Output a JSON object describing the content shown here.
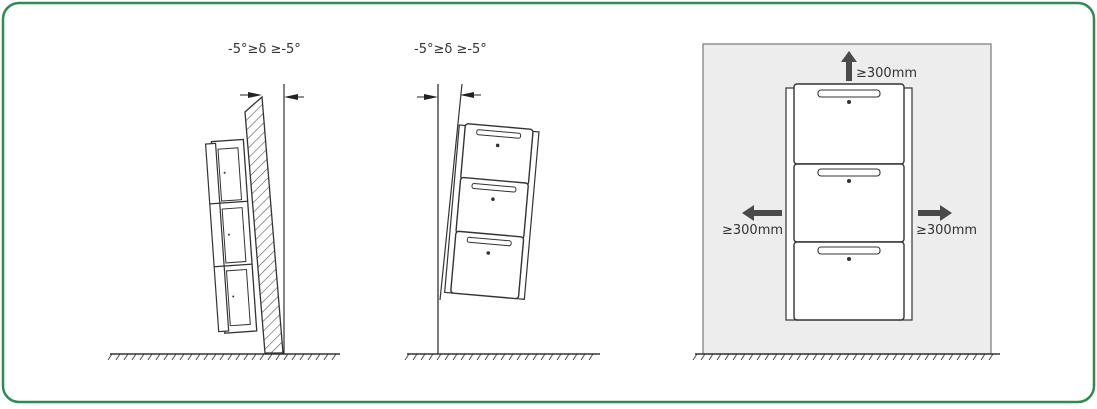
{
  "colors": {
    "frame_border": "#2e8b57",
    "line": "#333333",
    "wall_fill": "#ededed",
    "arrow": "#4a4a4a",
    "hatch": "#555555"
  },
  "icons": {
    "up_arrow": "arrow-up-icon",
    "left_arrow": "arrow-left-icon",
    "right_arrow": "arrow-right-icon"
  },
  "diagram": {
    "panel1": {
      "angle_label": "-5°≥δ ≥-5°"
    },
    "panel2": {
      "angle_label": "-5°≥δ ≥-5°"
    },
    "panel3": {
      "top_clearance": "≥300mm",
      "left_clearance": "≥300mm",
      "right_clearance": "≥300mm"
    }
  }
}
